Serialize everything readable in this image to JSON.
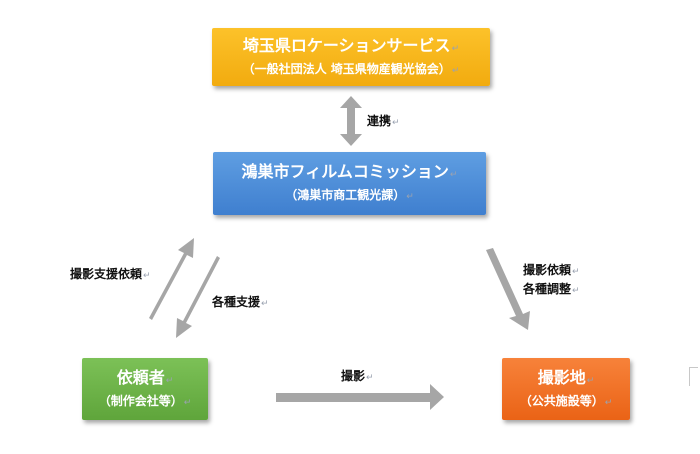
{
  "nodes": {
    "saitama": {
      "title": "埼玉県ロケーションサービス",
      "subtitle": "（一般社団法人 埼玉県物産観光協会）"
    },
    "kounosu": {
      "title": "鴻巣市フィルムコミッション",
      "subtitle": "（鴻巣市商工観光課）"
    },
    "requester": {
      "title": "依頼者",
      "subtitle": "（制作会社等）"
    },
    "location": {
      "title": "撮影地",
      "subtitle": "（公共施設等）"
    }
  },
  "edges": {
    "cooperation": "連携",
    "support_request": "撮影支援依頼",
    "support": "各種支援",
    "shoot_request": "撮影依頼",
    "adjustment": "各種調整",
    "shooting": "撮影"
  },
  "paragraph_mark": "↵",
  "colors": {
    "saitama": "#f6b71d",
    "kounosu": "#4a8bd9",
    "requester": "#6bb347",
    "location": "#f07125",
    "arrow": "#a6a6a6"
  }
}
